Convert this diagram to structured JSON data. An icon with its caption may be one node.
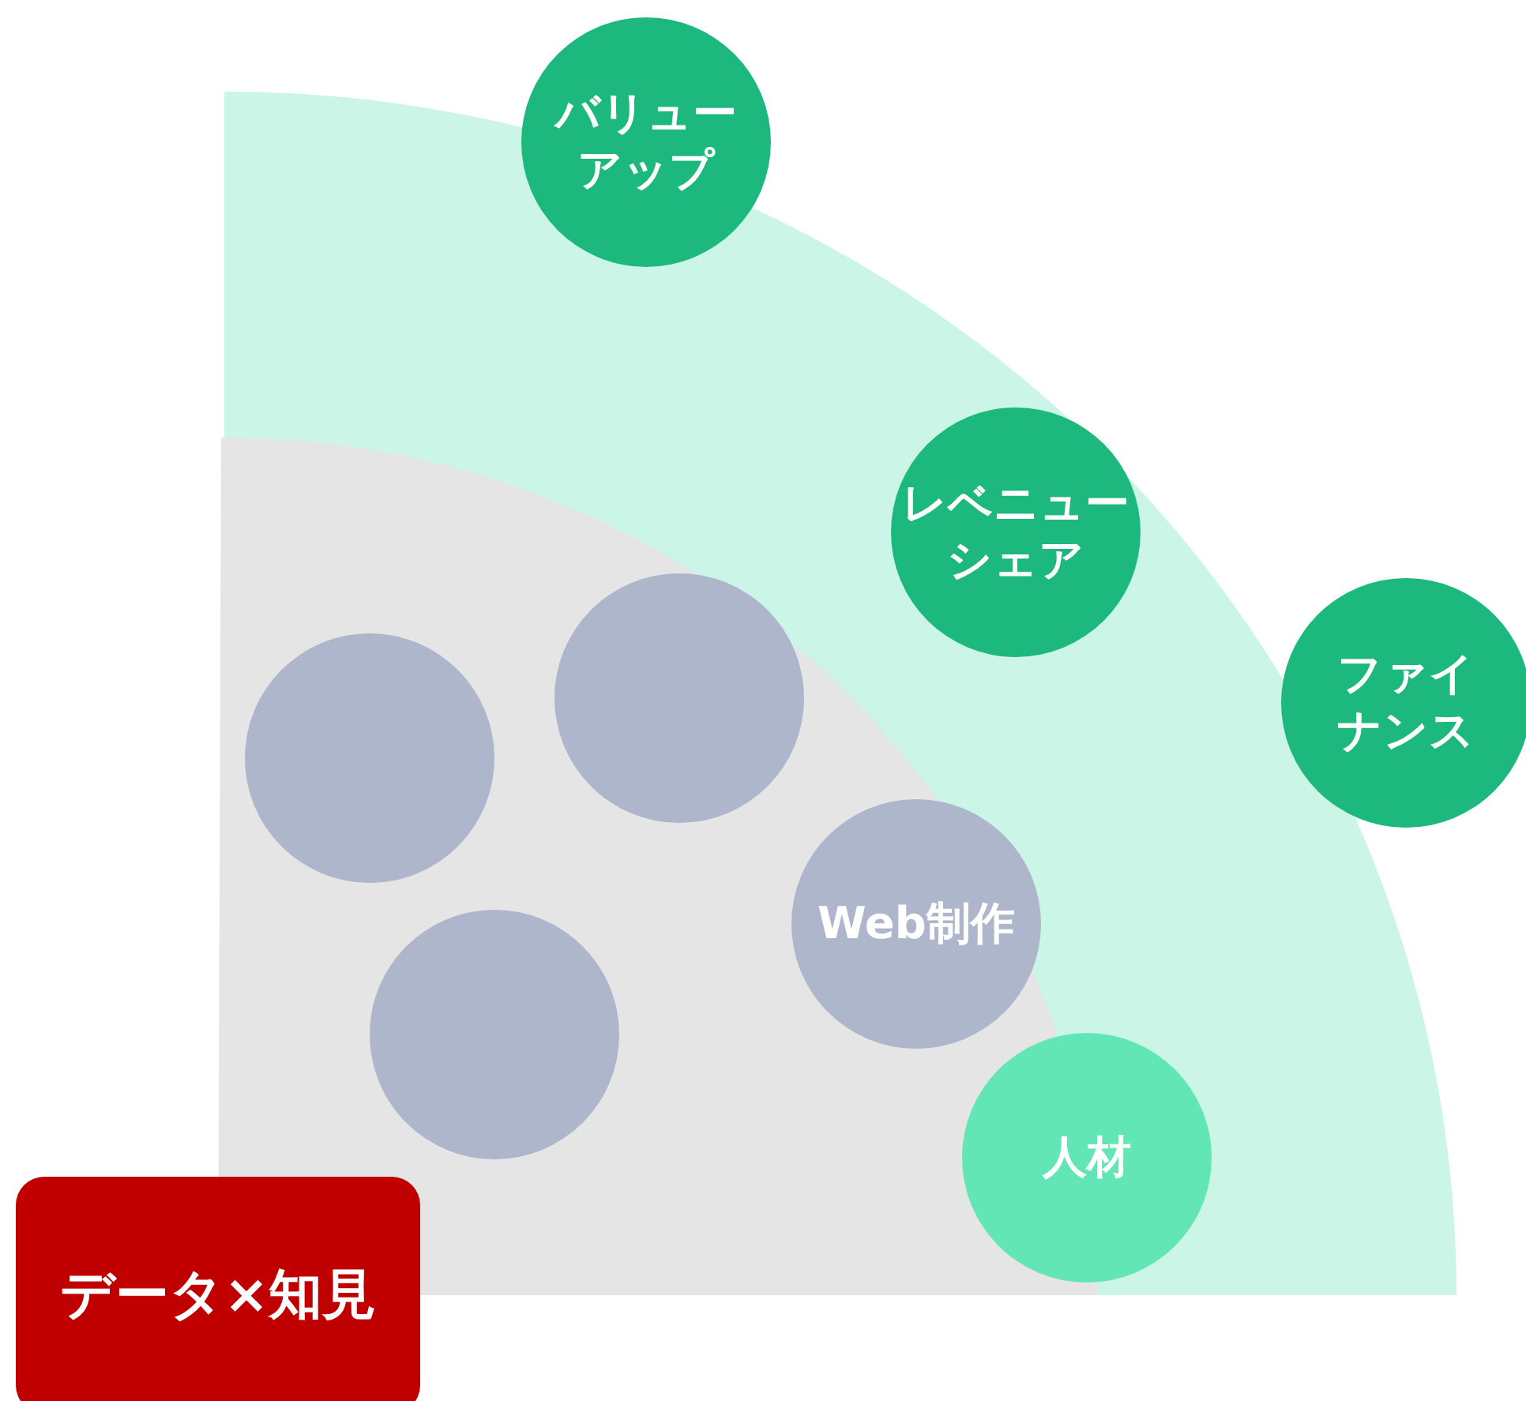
{
  "diagram": {
    "nodes": [
      {
        "text": [
          "バリューアップ"
        ]
      },
      {
        "text": [
          "レベニューシェア"
        ]
      },
      {
        "text": [],
        "shape": "circle"
      },
      {
        "text": [
          "ファイナンス"
        ]
      },
      {
        "text": [],
        "shape": "circle"
      },
      {
        "text": [
          "Web制作"
        ]
      },
      {
        "text": [],
        "shape": "circle"
      },
      {
        "text": [
          "人材"
        ]
      },
      {
        "text": [
          "データ×知見"
        ]
      }
    ],
    "edges": []
  }
}
